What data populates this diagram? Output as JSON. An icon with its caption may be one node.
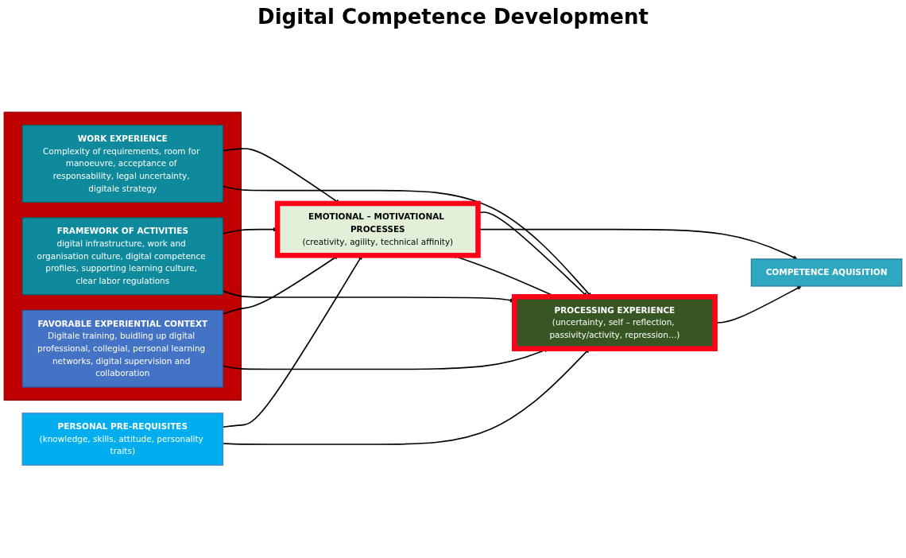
{
  "diagram": {
    "title": "Digital Competence Development",
    "nodes": [
      {
        "text": [
          "PERSONAL PRE-REQUISITES",
          "(knowledge, skills, attitude, personality traits)"
        ]
      },
      {
        "text": [],
        "shape": "box"
      },
      {
        "text": [
          "WORK EXPERIENCE",
          "Complexity of requirements, room for manoeuvre, acceptance of responsability, legal uncertainty, digitale strategy"
        ],
        "in": 1
      },
      {
        "text": [
          "FRAMEWORK OF ACTIVITIES",
          "digital infrastructure, work and organisation culture, digital competence profiles, supporting learning culture, clear labor regulations"
        ],
        "in": 1
      },
      {
        "text": [
          "FAVORABLE EXPERIENTIAL CONTEXT",
          "Digitale training, buidling up digital professional, collegial, personal learning networks, digital supervision and collaboration"
        ],
        "in": 1
      },
      {
        "text": [
          "EMOTIONAL – MOTIVATIONAL PROCESSES",
          "(creativity, agility, technical affinity)"
        ]
      },
      {
        "text": [
          "PROCESSING EXPERIENCE",
          "(uncertainty, self – reflection, passivity/activity, repression…)"
        ]
      },
      {
        "text": [
          "COMPETENCE AQUISITION"
        ]
      }
    ],
    "edges": [
      {
        "from": 0,
        "to": 5,
        "arrow": "to"
      },
      {
        "from": 0,
        "to": 6,
        "arrow": "to"
      },
      {
        "from": 2,
        "to": 5,
        "arrow": "to"
      },
      {
        "from": 2,
        "to": 6,
        "arrow": "to"
      },
      {
        "from": 3,
        "to": 5,
        "arrow": "to"
      },
      {
        "from": 3,
        "to": 6,
        "arrow": "to"
      },
      {
        "from": 4,
        "to": 5,
        "arrow": "to"
      },
      {
        "from": 4,
        "to": 6,
        "arrow": "to"
      },
      {
        "from": 5,
        "to": 6,
        "arrow": "to"
      },
      {
        "from": 6,
        "to": 5,
        "arrow": "to"
      },
      {
        "from": 5,
        "to": 7,
        "arrow": "to"
      },
      {
        "from": 6,
        "to": 7,
        "arrow": "to"
      }
    ]
  }
}
